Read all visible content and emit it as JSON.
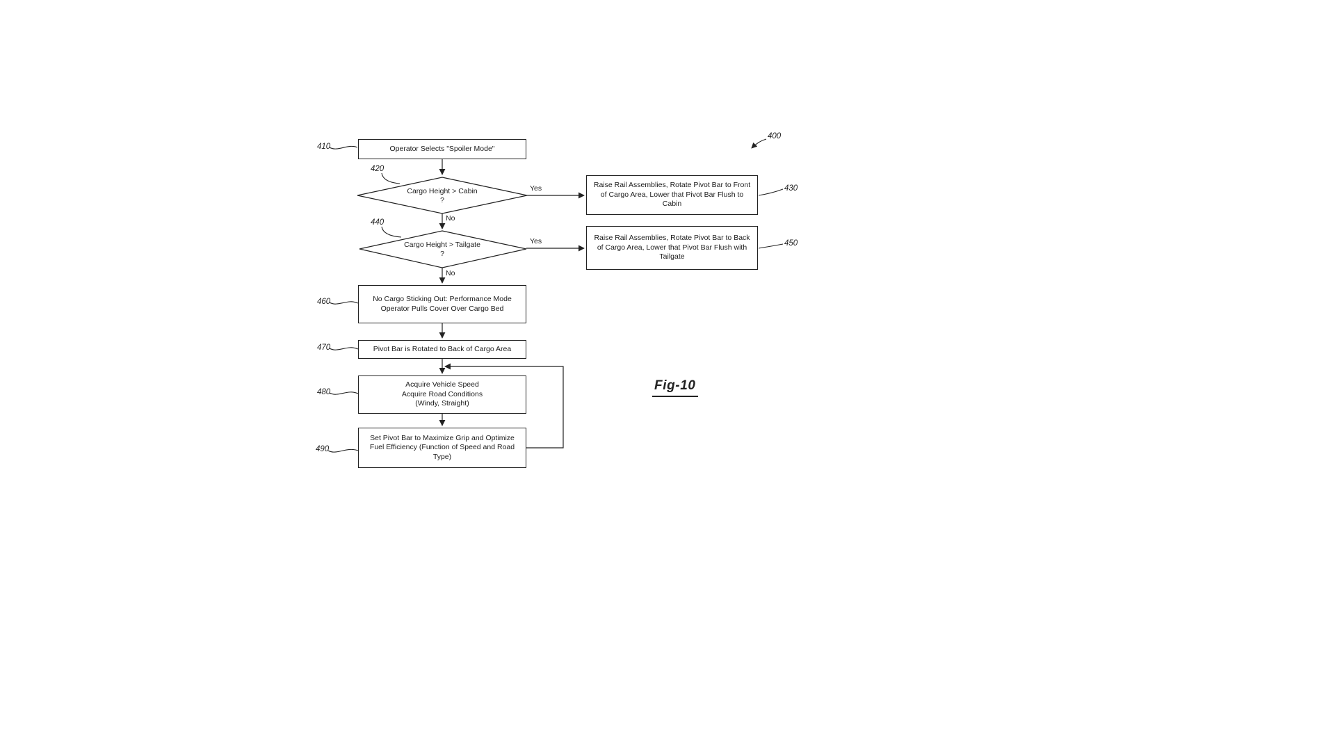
{
  "figure": {
    "label": "Fig-10",
    "diagram_ref": "400"
  },
  "edge_labels": {
    "cabin_yes": "Yes",
    "cabin_no": "No",
    "tailgate_yes": "Yes",
    "tailgate_no": "No"
  },
  "nodes": {
    "n410": {
      "ref": "410",
      "text": "Operator Selects \"Spoiler Mode\""
    },
    "n420": {
      "ref": "420",
      "text": "Cargo Height > Cabin",
      "text2": "?"
    },
    "n430": {
      "ref": "430",
      "text": "Raise Rail Assemblies, Rotate Pivot Bar to Front of Cargo Area, Lower that Pivot Bar Flush to Cabin"
    },
    "n440": {
      "ref": "440",
      "text": "Cargo Height > Tailgate",
      "text2": "?"
    },
    "n450": {
      "ref": "450",
      "text": "Raise Rail Assemblies, Rotate Pivot Bar to Back of Cargo Area, Lower that Pivot Bar Flush with Tailgate"
    },
    "n460": {
      "ref": "460",
      "text": "No Cargo Sticking Out:  Performance Mode Operator Pulls Cover Over Cargo Bed"
    },
    "n470": {
      "ref": "470",
      "text": "Pivot Bar is Rotated to Back of Cargo Area"
    },
    "n480": {
      "ref": "480",
      "line1": "Acquire Vehicle Speed",
      "line2": "Acquire Road Conditions",
      "line3": "(Windy, Straight)"
    },
    "n490": {
      "ref": "490",
      "text": "Set Pivot Bar to Maximize Grip and Optimize Fuel Efficiency (Function of Speed and Road Type)"
    }
  }
}
